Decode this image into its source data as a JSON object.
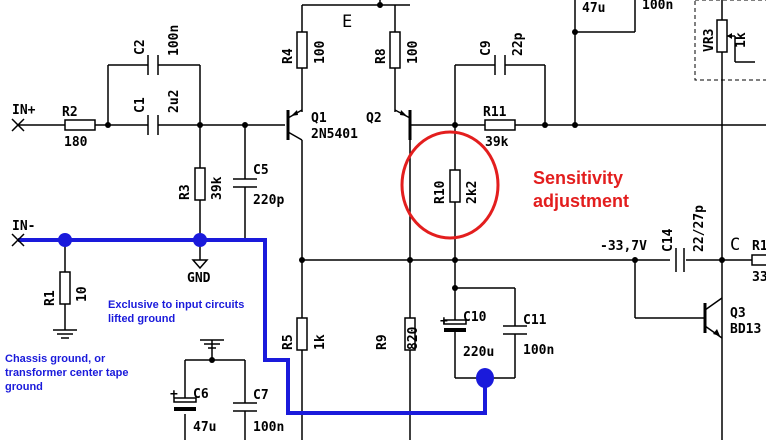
{
  "colors": {
    "wire": "#000000",
    "ground_trace": "#1a1adb",
    "highlight": "#e31e1e"
  },
  "ports": {
    "in_plus": "IN+",
    "in_minus": "IN-"
  },
  "nodes": {
    "emitter": "E",
    "collector": "C",
    "gnd": "GND",
    "voltage": "-33,7V"
  },
  "components": {
    "r2": {
      "ref": "R2",
      "value": "180"
    },
    "c1": {
      "ref": "C1",
      "value": "2u2"
    },
    "c2": {
      "ref": "C2",
      "value": "100n"
    },
    "r3": {
      "ref": "R3",
      "value": "39k"
    },
    "c5": {
      "ref": "C5",
      "value": "220p"
    },
    "r1": {
      "ref": "R1",
      "value": "10"
    },
    "r4": {
      "ref": "R4",
      "value": "100"
    },
    "r8": {
      "ref": "R8",
      "value": "100"
    },
    "q1": {
      "ref": "Q1",
      "value": "2N5401"
    },
    "q2": {
      "ref": "Q2"
    },
    "c9": {
      "ref": "C9",
      "value": "22p"
    },
    "r11": {
      "ref": "R11",
      "value": "39k"
    },
    "r10": {
      "ref": "R10",
      "value": "2k2"
    },
    "r5": {
      "ref": "R5",
      "value": "1k"
    },
    "r9": {
      "ref": "R9",
      "value": "820"
    },
    "c10": {
      "ref": "C10",
      "value": "220u"
    },
    "c11": {
      "ref": "C11",
      "value": "100n"
    },
    "c6": {
      "ref": "C6",
      "value": "47u"
    },
    "c7": {
      "ref": "C7",
      "value": "100n"
    },
    "c14": {
      "ref": "C14",
      "value": "22/27p"
    },
    "q3": {
      "ref": "Q3",
      "value": "BD13"
    },
    "vr3": {
      "ref": "VR3",
      "value": "1k"
    },
    "top_cap": {
      "value": "47u"
    },
    "top_res": {
      "value": "100n"
    },
    "r_right": {
      "ref": "R1",
      "value": "33"
    }
  },
  "annotations": {
    "sensitivity": [
      "Sensitivity",
      "adjustment"
    ],
    "lifted": [
      "Exclusive to input circuits",
      "lifted ground"
    ],
    "chassis": [
      "Chassis ground, or",
      "transformer center tape",
      "ground"
    ]
  }
}
